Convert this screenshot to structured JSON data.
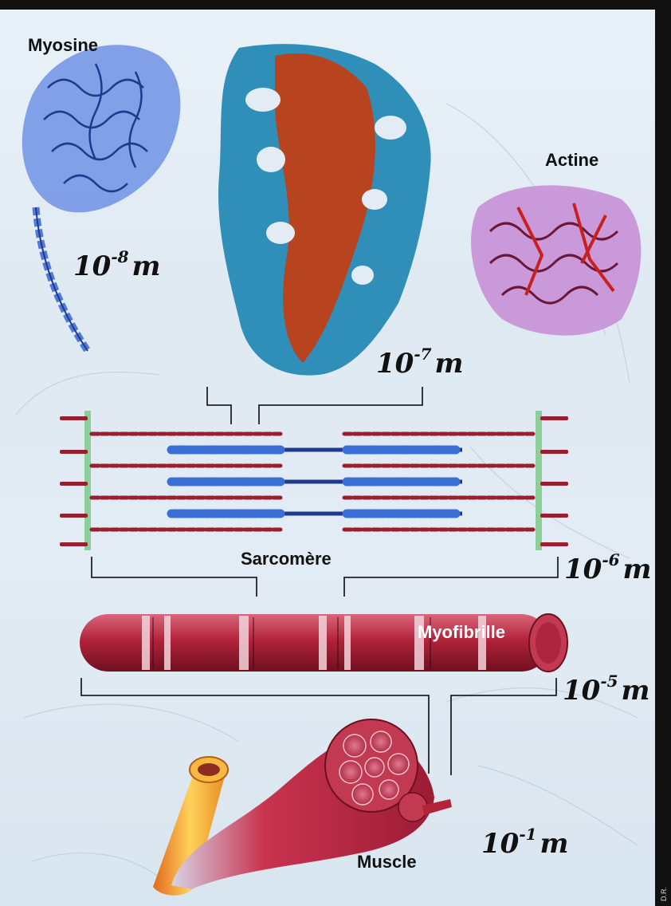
{
  "labels": {
    "myosine": "Myosine",
    "actine": "Actine",
    "sarcomere": "Sarcomère",
    "myofibrille": "Myofibrille",
    "muscle": "Muscle"
  },
  "scales": {
    "s1": {
      "base": "10",
      "exp": "-8",
      "unit": "m"
    },
    "s2": {
      "base": "10",
      "exp": "-7",
      "unit": "m"
    },
    "s3": {
      "base": "10",
      "exp": "-6",
      "unit": "m"
    },
    "s4": {
      "base": "10",
      "exp": "-5",
      "unit": "m"
    },
    "s5": {
      "base": "10",
      "exp": "-1",
      "unit": "m"
    }
  },
  "credit": "D.R.",
  "colors": {
    "myosin": "#3b6fd6",
    "actin_filament": "#9a1f2c",
    "z_disc": "#8ccf9a",
    "myofibril": "#b3243a",
    "muscle": "#c9344f",
    "tendon": "#f0a531",
    "helix_blue": "#2f8fb8",
    "helix_red": "#b8431f"
  }
}
